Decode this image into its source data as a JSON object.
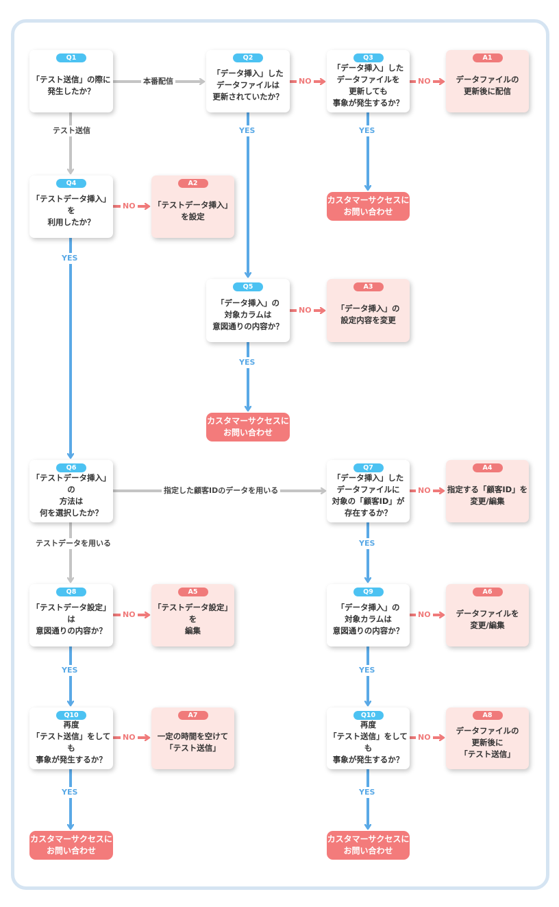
{
  "nodes": {
    "Q1": {
      "tag": "Q1",
      "text": "「テスト送信」の際に\n発生したか？"
    },
    "Q2": {
      "tag": "Q2",
      "text": "「データ挿入」した\nデータファイルは\n更新されていたか？"
    },
    "Q3": {
      "tag": "Q3",
      "text": "「データ挿入」した\nデータファイルを\n更新しても\n事象が発生するか？"
    },
    "A1": {
      "tag": "A1",
      "text": "データファイルの\n更新後に配信"
    },
    "Q4": {
      "tag": "Q4",
      "text": "「テストデータ挿入」を\n利用したか？"
    },
    "A2": {
      "tag": "A2",
      "text": "「テストデータ挿入」\nを設定"
    },
    "Q5": {
      "tag": "Q5",
      "text": "「データ挿入」の\n対象カラムは\n意図通りの内容か？"
    },
    "A3": {
      "tag": "A3",
      "text": "「データ挿入」の\n設定内容を変更"
    },
    "Q6": {
      "tag": "Q6",
      "text": "「テストデータ挿入」の\n方法は\n何を選択したか？"
    },
    "Q7": {
      "tag": "Q7",
      "text": "「データ挿入」した\nデータファイルに\n対象の「顧客ID」が\n存在するか？"
    },
    "A4": {
      "tag": "A4",
      "text": "指定する「顧客ID」を\n変更/編集"
    },
    "Q8": {
      "tag": "Q8",
      "text": "「テストデータ設定」は\n意図通りの内容か？"
    },
    "A5": {
      "tag": "A5",
      "text": "「テストデータ設定」を\n編集"
    },
    "Q9": {
      "tag": "Q9",
      "text": "「データ挿入」の\n対象カラムは\n意図通りの内容か？"
    },
    "A6": {
      "tag": "A6",
      "text": "データファイルを\n変更/編集"
    },
    "Q10L": {
      "tag": "Q10",
      "text": "再度\n「テスト送信」をしても\n事象が発生するか？"
    },
    "A7": {
      "tag": "A7",
      "text": "一定の時間を空けて\n「テスト送信」"
    },
    "Q10R": {
      "tag": "Q10",
      "text": "再度\n「テスト送信」をしても\n事象が発生するか？"
    },
    "A8": {
      "tag": "A8",
      "text": "データファイルの\n更新後に\n「テスト送信」"
    },
    "C1": {
      "text": "カスタマーサクセスに\nお問い合わせ"
    },
    "C2": {
      "text": "カスタマーサクセスに\nお問い合わせ"
    },
    "C3": {
      "text": "カスタマーサクセスに\nお問い合わせ"
    },
    "C4": {
      "text": "カスタマーサクセスに\nお問い合わせ"
    }
  },
  "edge_labels": {
    "honban": "本番配信",
    "test_send": "テスト送信",
    "no": "NO",
    "yes": "YES",
    "use_customer_id": "指定した顧客IDのデータを用いる",
    "use_test_data": "テストデータを用いる"
  },
  "colors": {
    "gray": "#c4c4c4",
    "blue": "#5aa9e6",
    "red": "#f07a7a",
    "badge_q": "#4cc2f2",
    "badge_a": "#f07a7a",
    "answer_bg": "#fde6e3",
    "contact_bg": "#f37b7b",
    "frame": "#d5e4f2"
  }
}
